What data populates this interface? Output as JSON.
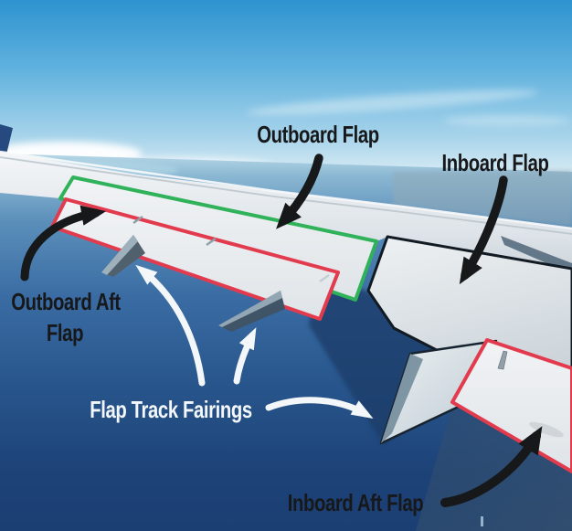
{
  "figure": {
    "type": "annotated-photo",
    "subject_labels": {
      "outboard_flap": "Outboard Flap",
      "inboard_flap": "Inboard Flap",
      "outboard_aft_flap_line1": "Outboard Aft",
      "outboard_aft_flap_line2": "Flap",
      "flap_track_fairings": "Flap Track Fairings",
      "inboard_aft_flap": "Inboard Aft Flap"
    }
  },
  "colors": {
    "outboard_flap_outline_green": "#2fb259",
    "aft_flap_outline_red": "#e23b4e",
    "inboard_flap_outline_black": "#121b23",
    "annotation_black": "#17181a",
    "annotation_white": "#f4f7f9",
    "sky_top": "#3d9fd9",
    "sea_deep": "#1d4278",
    "wing_white": "#e9edf0"
  }
}
